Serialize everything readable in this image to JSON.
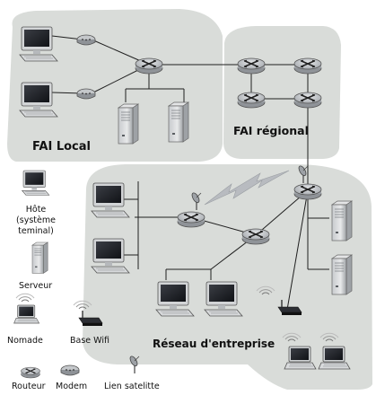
{
  "regions": {
    "local_isp": "FAI Local",
    "regional_isp": "FAI régional",
    "enterprise": "Réseau d'entreprise"
  },
  "legend": {
    "host": "Hôte\n(système\nteminal)",
    "server": "Serveur",
    "mobile": "Nomade",
    "wifi_base": "Base Wifi",
    "router": "Routeur",
    "modem": "Modem",
    "satellite_link": "Lien satelitte"
  },
  "colors": {
    "region_fill": "#d9dcd9",
    "link": "#1f1f1f",
    "router_body": "#b9bcc0",
    "satellite_link": "#b8bbc0"
  }
}
